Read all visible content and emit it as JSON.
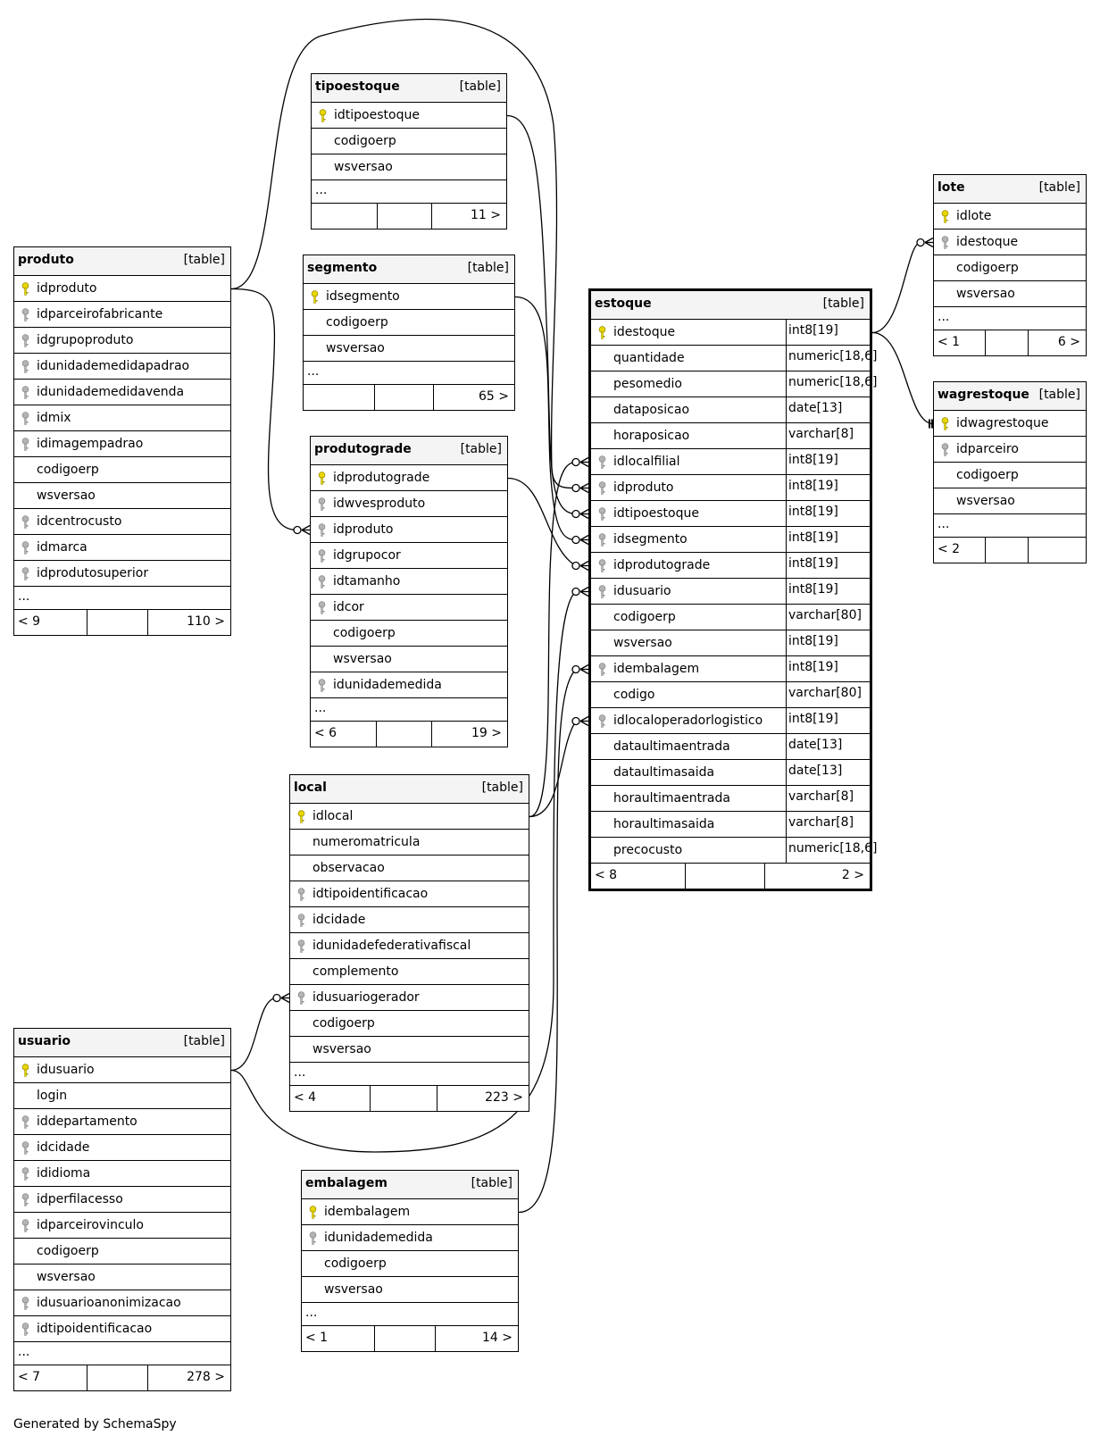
{
  "footer": "Generated by SchemaSpy",
  "tables": [
    {
      "name": "tipoestoque",
      "type": "[table]",
      "columns": [
        {
          "name": "idtipoestoque",
          "key": "pk"
        },
        {
          "name": "codigoerp",
          "key": ""
        },
        {
          "name": "wsversao",
          "key": ""
        }
      ],
      "more": "...",
      "parents": "",
      "children": "11 >"
    },
    {
      "name": "segmento",
      "type": "[table]",
      "columns": [
        {
          "name": "idsegmento",
          "key": "pk"
        },
        {
          "name": "codigoerp",
          "key": ""
        },
        {
          "name": "wsversao",
          "key": ""
        }
      ],
      "more": "...",
      "parents": "",
      "children": "65 >"
    },
    {
      "name": "produto",
      "type": "[table]",
      "columns": [
        {
          "name": "idproduto",
          "key": "pk"
        },
        {
          "name": "idparceirofabricante",
          "key": "fk"
        },
        {
          "name": "idgrupoproduto",
          "key": "fk"
        },
        {
          "name": "idunidademedidapadrao",
          "key": "fk"
        },
        {
          "name": "idunidademedidavenda",
          "key": "fk"
        },
        {
          "name": "idmix",
          "key": "fk"
        },
        {
          "name": "idimagempadrao",
          "key": "fk"
        },
        {
          "name": "codigoerp",
          "key": ""
        },
        {
          "name": "wsversao",
          "key": ""
        },
        {
          "name": "idcentrocusto",
          "key": "fk"
        },
        {
          "name": "idmarca",
          "key": "fk"
        },
        {
          "name": "idprodutosuperior",
          "key": "fk"
        }
      ],
      "more": "...",
      "parents": "< 9",
      "children": "110 >"
    },
    {
      "name": "produtograde",
      "type": "[table]",
      "columns": [
        {
          "name": "idprodutograde",
          "key": "pk"
        },
        {
          "name": "idwvesproduto",
          "key": "fk"
        },
        {
          "name": "idproduto",
          "key": "fk"
        },
        {
          "name": "idgrupocor",
          "key": "fk"
        },
        {
          "name": "idtamanho",
          "key": "fk"
        },
        {
          "name": "idcor",
          "key": "fk"
        },
        {
          "name": "codigoerp",
          "key": ""
        },
        {
          "name": "wsversao",
          "key": ""
        },
        {
          "name": "idunidademedida",
          "key": "fk"
        }
      ],
      "more": "...",
      "parents": "< 6",
      "children": "19 >"
    },
    {
      "name": "local",
      "type": "[table]",
      "columns": [
        {
          "name": "idlocal",
          "key": "pk"
        },
        {
          "name": "numeromatricula",
          "key": ""
        },
        {
          "name": "observacao",
          "key": ""
        },
        {
          "name": "idtipoidentificacao",
          "key": "fk"
        },
        {
          "name": "idcidade",
          "key": "fk"
        },
        {
          "name": "idunidadefederativafiscal",
          "key": "fk"
        },
        {
          "name": "complemento",
          "key": ""
        },
        {
          "name": "idusuariogerador",
          "key": "fk"
        },
        {
          "name": "codigoerp",
          "key": ""
        },
        {
          "name": "wsversao",
          "key": ""
        }
      ],
      "more": "...",
      "parents": "< 4",
      "children": "223 >"
    },
    {
      "name": "usuario",
      "type": "[table]",
      "columns": [
        {
          "name": "idusuario",
          "key": "pk"
        },
        {
          "name": "login",
          "key": ""
        },
        {
          "name": "iddepartamento",
          "key": "fk"
        },
        {
          "name": "idcidade",
          "key": "fk"
        },
        {
          "name": "ididioma",
          "key": "fk"
        },
        {
          "name": "idperfilacesso",
          "key": "fk"
        },
        {
          "name": "idparceirovinculo",
          "key": "fk"
        },
        {
          "name": "codigoerp",
          "key": ""
        },
        {
          "name": "wsversao",
          "key": ""
        },
        {
          "name": "idusuarioanonimizacao",
          "key": "fk"
        },
        {
          "name": "idtipoidentificacao",
          "key": "fk"
        }
      ],
      "more": "...",
      "parents": "< 7",
      "children": "278 >"
    },
    {
      "name": "embalagem",
      "type": "[table]",
      "columns": [
        {
          "name": "idembalagem",
          "key": "pk"
        },
        {
          "name": "idunidademedida",
          "key": "fk"
        },
        {
          "name": "codigoerp",
          "key": ""
        },
        {
          "name": "wsversao",
          "key": ""
        }
      ],
      "more": "...",
      "parents": "< 1",
      "children": "14 >"
    },
    {
      "name": "estoque",
      "type": "[table]",
      "columns": [
        {
          "name": "idestoque",
          "key": "pk",
          "type": "int8[19]"
        },
        {
          "name": "quantidade",
          "key": "",
          "type": "numeric[18,6]"
        },
        {
          "name": "pesomedio",
          "key": "",
          "type": "numeric[18,6]"
        },
        {
          "name": "dataposicao",
          "key": "",
          "type": "date[13]"
        },
        {
          "name": "horaposicao",
          "key": "",
          "type": "varchar[8]"
        },
        {
          "name": "idlocalfilial",
          "key": "fk",
          "type": "int8[19]"
        },
        {
          "name": "idproduto",
          "key": "fk",
          "type": "int8[19]"
        },
        {
          "name": "idtipoestoque",
          "key": "fk",
          "type": "int8[19]"
        },
        {
          "name": "idsegmento",
          "key": "fk",
          "type": "int8[19]"
        },
        {
          "name": "idprodutograde",
          "key": "fk",
          "type": "int8[19]"
        },
        {
          "name": "idusuario",
          "key": "fk",
          "type": "int8[19]"
        },
        {
          "name": "codigoerp",
          "key": "",
          "type": "varchar[80]"
        },
        {
          "name": "wsversao",
          "key": "",
          "type": "int8[19]"
        },
        {
          "name": "idembalagem",
          "key": "fk",
          "type": "int8[19]"
        },
        {
          "name": "codigo",
          "key": "",
          "type": "varchar[80]"
        },
        {
          "name": "idlocaloperadorlogistico",
          "key": "fk",
          "type": "int8[19]"
        },
        {
          "name": "dataultimaentrada",
          "key": "",
          "type": "date[13]"
        },
        {
          "name": "dataultimasaida",
          "key": "",
          "type": "date[13]"
        },
        {
          "name": "horaultimaentrada",
          "key": "",
          "type": "varchar[8]"
        },
        {
          "name": "horaultimasaida",
          "key": "",
          "type": "varchar[8]"
        },
        {
          "name": "precocusto",
          "key": "",
          "type": "numeric[18,6]"
        }
      ],
      "more": "",
      "parents": "< 8",
      "children": "2 >"
    },
    {
      "name": "lote",
      "type": "[table]",
      "columns": [
        {
          "name": "idlote",
          "key": "pk"
        },
        {
          "name": "idestoque",
          "key": "fk"
        },
        {
          "name": "codigoerp",
          "key": ""
        },
        {
          "name": "wsversao",
          "key": ""
        }
      ],
      "more": "...",
      "parents": "< 1",
      "children": "6 >"
    },
    {
      "name": "wagrestoque",
      "type": "[table]",
      "columns": [
        {
          "name": "idwagrestoque",
          "key": "pk"
        },
        {
          "name": "idparceiro",
          "key": "fk"
        },
        {
          "name": "codigoerp",
          "key": ""
        },
        {
          "name": "wsversao",
          "key": ""
        }
      ],
      "more": "...",
      "parents": "< 2",
      "children": ""
    }
  ]
}
